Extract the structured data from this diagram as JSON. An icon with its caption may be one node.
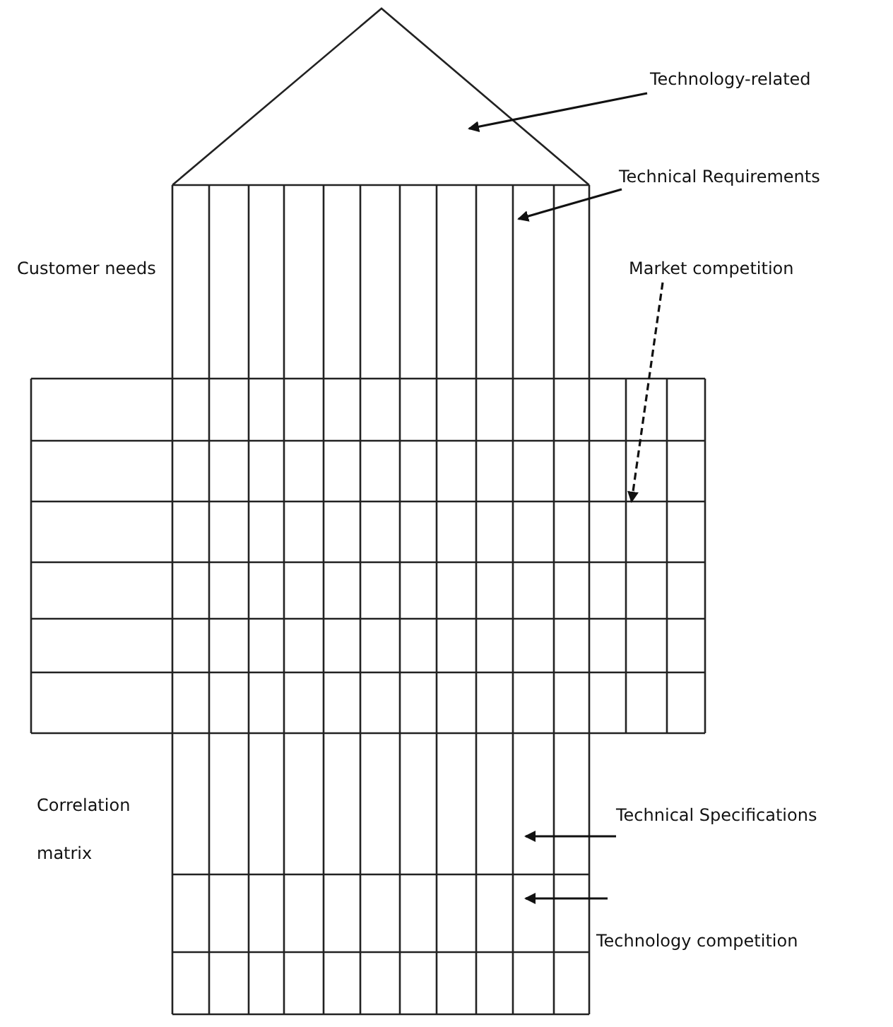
{
  "diagram": {
    "nodes": [
      {
        "text": [
          "Technology-related"
        ]
      },
      {
        "text": [
          "Technical Requirements"
        ]
      },
      {
        "text": [
          "Market competition"
        ]
      },
      {
        "text": [
          "Technical Specifications"
        ]
      },
      {
        "text": [
          "Technology competition"
        ]
      }
    ],
    "edges": [
      {
        "from": 0,
        "to": null,
        "arrow": "to"
      },
      {
        "from": 1,
        "to": null,
        "arrow": "to"
      },
      {
        "from": 2,
        "to": null,
        "arrow": "to",
        "style": "dashed"
      },
      {
        "from": 3,
        "to": null,
        "arrow": "to"
      },
      {
        "from": 4,
        "to": null,
        "arrow": "to"
      }
    ],
    "labels": [
      "Customer needs",
      "Correlation matrix"
    ]
  }
}
